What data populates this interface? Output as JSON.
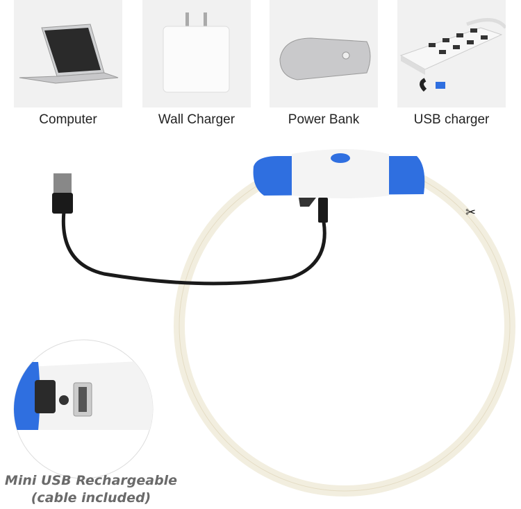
{
  "sources": [
    {
      "label": "Computer",
      "icon": "laptop-icon"
    },
    {
      "label": "Wall Charger",
      "icon": "wall-charger-icon"
    },
    {
      "label": "Power Bank",
      "icon": "power-bank-icon"
    },
    {
      "label": "USB charger",
      "icon": "usb-hub-icon"
    }
  ],
  "caption": {
    "line1": "Mini USB Rechargeable",
    "line2": "(cable included)"
  },
  "colors": {
    "accent_blue": "#2f6fe0",
    "ring": "#f2eedf",
    "cable": "#1a1a1a",
    "caption": "#6a6a6a"
  }
}
